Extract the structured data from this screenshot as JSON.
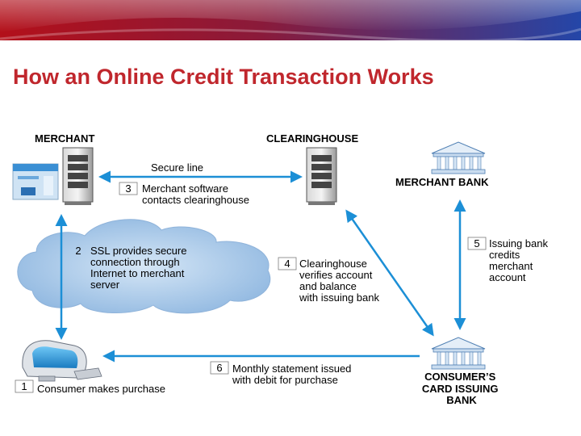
{
  "title": "How an Online Credit Transaction Works",
  "colors": {
    "title": "#c0272d",
    "arrow": "#1c8fd6",
    "banner_red": "#b3101a",
    "banner_blue": "#2446a8",
    "cloud": "#a9c9e8"
  },
  "entities": {
    "merchant": "MERCHANT",
    "clearinghouse": "CLEARINGHOUSE",
    "merchant_bank": "MERCHANT BANK",
    "consumer_bank": [
      "CONSUMER’S",
      "CARD ISSUING",
      "BANK"
    ]
  },
  "secure_line": "Secure line",
  "steps": [
    {
      "num": "1",
      "lines": [
        "Consumer makes purchase"
      ]
    },
    {
      "num": "2",
      "lines": [
        "SSL provides secure",
        "connection through",
        "Internet to merchant",
        "server"
      ]
    },
    {
      "num": "3",
      "lines": [
        "Merchant software",
        "contacts clearinghouse"
      ]
    },
    {
      "num": "4",
      "lines": [
        "Clearinghouse",
        "verifies account",
        "and balance",
        "with issuing bank"
      ]
    },
    {
      "num": "5",
      "lines": [
        "Issuing bank",
        "credits",
        "merchant",
        "account"
      ]
    },
    {
      "num": "6",
      "lines": [
        "Monthly statement issued",
        "with debit for purchase"
      ]
    }
  ],
  "icons": [
    "server-icon",
    "bank-building-icon",
    "computer-monitor-icon",
    "cloud-icon",
    "laptop-icon",
    "storefront-screen-icon"
  ]
}
